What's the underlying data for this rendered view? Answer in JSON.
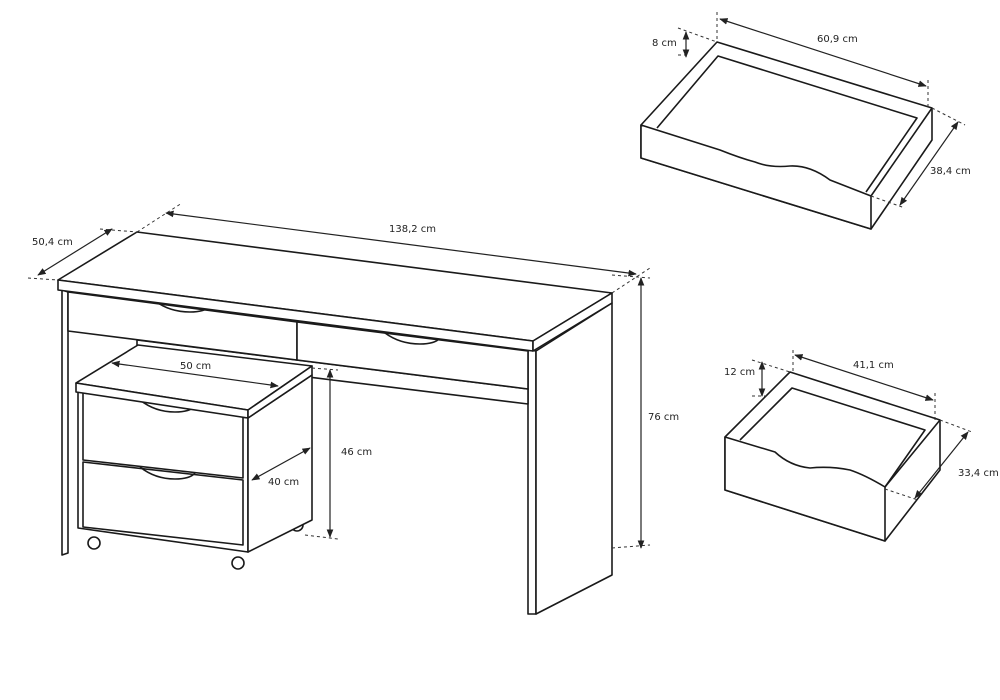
{
  "dimensions": {
    "desk_depth": "50,4 cm",
    "desk_width": "138,2 cm",
    "desk_height": "76 cm",
    "pedestal_width": "50 cm",
    "pedestal_depth": "40 cm",
    "pedestal_height": "46 cm",
    "desk_drawer_height": "8 cm",
    "desk_drawer_width": "60,9 cm",
    "desk_drawer_depth": "38,4 cm",
    "pedestal_drawer_height": "12 cm",
    "pedestal_drawer_width": "41,1 cm",
    "pedestal_drawer_depth": "33,4 cm"
  }
}
